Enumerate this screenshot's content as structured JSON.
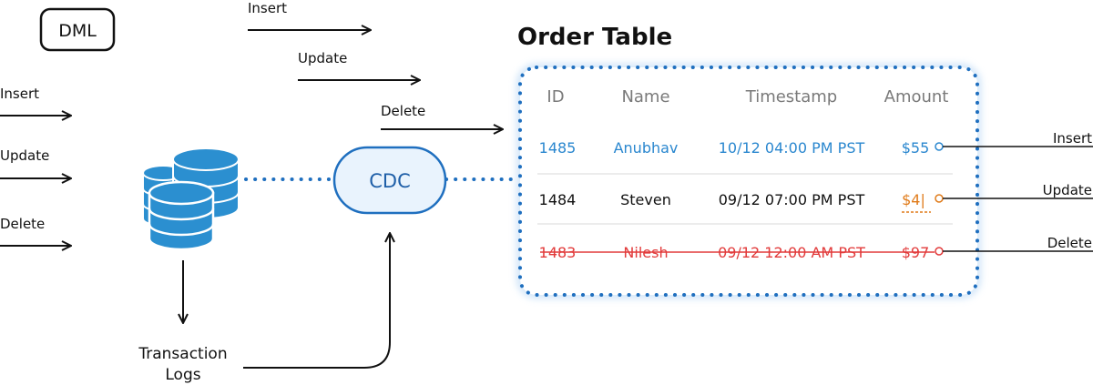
{
  "dml_badge": "DML",
  "top_ops": [
    {
      "label": "Insert"
    },
    {
      "label": "Update"
    },
    {
      "label": "Delete"
    }
  ],
  "left_ops": [
    {
      "label": "Insert"
    },
    {
      "label": "Update"
    },
    {
      "label": "Delete"
    }
  ],
  "cdc_label": "CDC",
  "logs_label": [
    "Transaction",
    "Logs"
  ],
  "table": {
    "title": "Order Table",
    "headers": [
      "ID",
      "Name",
      "Timestamp",
      "Amount"
    ],
    "rows": [
      {
        "id": "1485",
        "name": "Anubhav",
        "timestamp": "10/12 04:00 PM PST",
        "amount": "$55",
        "op": "Insert"
      },
      {
        "id": "1484",
        "name": "Steven",
        "timestamp": "09/12 07:00 PM PST",
        "amount": "$4|",
        "op": "Update"
      },
      {
        "id": "1483",
        "name": "Nilesh",
        "timestamp": "09/12 12:00 AM PST",
        "amount": "$97",
        "op": "Delete"
      }
    ]
  },
  "colors": {
    "accent_blue": "#1f6fbf",
    "insert_blue": "#2a87cf",
    "update_orange": "#e07b1a",
    "delete_red": "#e23b3b",
    "db_blue": "#2b8fd0",
    "cdc_fill": "#e9f3fd"
  }
}
